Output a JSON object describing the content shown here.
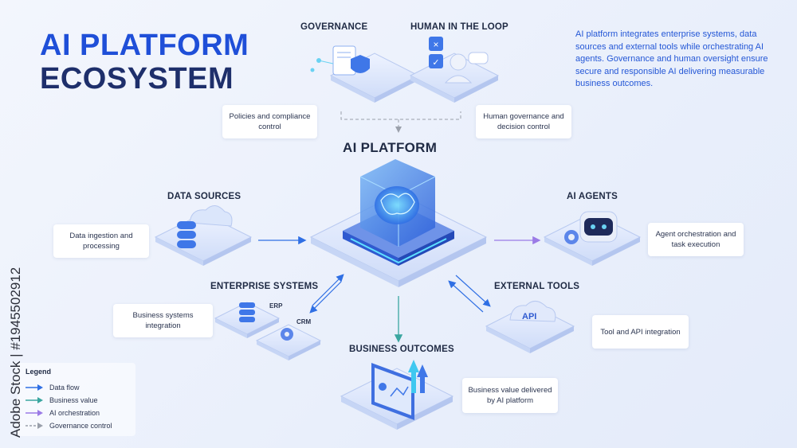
{
  "header": {
    "title_line1": "AI PLATFORM",
    "title_line2": "ECOSYSTEM",
    "intro": "AI platform integrates enterprise systems, data sources and external tools while orchestrating AI agents. Governance and human oversight ensure secure and responsible AI delivering measurable business outcomes."
  },
  "center": {
    "title": "AI PLATFORM"
  },
  "sections": {
    "governance": {
      "title": "GOVERNANCE",
      "desc": "Policies and compliance control"
    },
    "human_loop": {
      "title": "HUMAN IN THE LOOP",
      "desc": "Human governance and decision control"
    },
    "data_sources": {
      "title": "DATA SOURCES",
      "desc": "Data ingestion and processing"
    },
    "ai_agents": {
      "title": "AI AGENTS",
      "desc": "Agent orchestration and task execution"
    },
    "enterprise": {
      "title": "ENTERPRISE SYSTEMS",
      "desc": "Business systems integration",
      "tag_erp": "ERP",
      "tag_crm": "CRM"
    },
    "external_tools": {
      "title": "EXTERNAL TOOLS",
      "desc": "Tool and API integration",
      "api_label": "API"
    },
    "business_outcomes": {
      "title": "BUSINESS OUTCOMES",
      "desc": "Business value delivered by AI platform"
    }
  },
  "legend": {
    "title": "Legend",
    "items": [
      {
        "label": "Data flow",
        "color": "#2f6fe4"
      },
      {
        "label": "Business value",
        "color": "#3aa6a0"
      },
      {
        "label": "AI orchestration",
        "color": "#9b7be6"
      },
      {
        "label": "Governance control",
        "color": "#9aa0ab"
      }
    ]
  },
  "watermark": {
    "vertical_text": "Adobe Stock | #1945502912"
  },
  "colors": {
    "primary": "#1f4fd8",
    "dark": "#1e2f6b",
    "cyan": "#40c8f0"
  }
}
